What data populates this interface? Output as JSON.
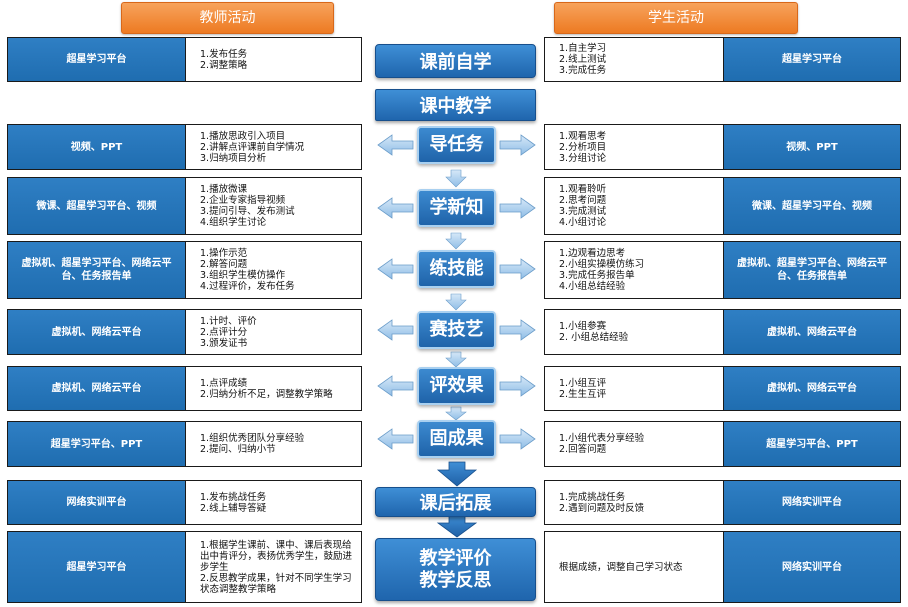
{
  "headers": {
    "teacher": "教师活动",
    "student": "学生活动"
  },
  "stages": {
    "pre": "课前自学",
    "in": "课中教学",
    "s1": "导任务",
    "s2": "学新知",
    "s3": "练技能",
    "s4": "赛技艺",
    "s5": "评效果",
    "s6": "固成果",
    "post": "课后拓展",
    "eval_line1": "教学评价",
    "eval_line2": "教学反思"
  },
  "teacher_rows": [
    {
      "platform": "超星学习平台",
      "tasks": [
        "1.发布任务",
        "2.调整策略"
      ]
    },
    {
      "platform": "视频、PPT",
      "tasks": [
        "1.播放思政引入项目",
        "2.讲解点评课前自学情况",
        "3.归纳项目分析"
      ]
    },
    {
      "platform": "微课、超星学习平台、视频",
      "tasks": [
        "1.播放微课",
        "2.企业专家指导视频",
        "3.提问引导、发布测试",
        "4.组织学生讨论"
      ]
    },
    {
      "platform": "虚拟机、超星学习平台、网络云平台、任务报告单",
      "tasks": [
        "1.操作示范",
        "2.解答问题",
        "3.组织学生模仿操作",
        "4.过程评价，发布任务"
      ]
    },
    {
      "platform": "虚拟机、网络云平台",
      "tasks": [
        "1.计时、评价",
        "2.点评计分",
        "3.颁发证书"
      ]
    },
    {
      "platform": "虚拟机、网络云平台",
      "tasks": [
        "1.点评成绩",
        "2.归纳分析不足，调整教学策略"
      ]
    },
    {
      "platform": "超星学习平台、PPT",
      "tasks": [
        "1.组织优秀团队分享经验",
        "2.提问、归纳小节"
      ]
    },
    {
      "platform": "网络实训平台",
      "tasks": [
        "1.发布挑战任务",
        "2.线上辅导答疑"
      ]
    },
    {
      "platform": "超星学习平台",
      "tasks": [
        "1.根据学生课前、课中、课后表现给出中肯评分，表扬优秀学生，鼓励进步学生",
        "2.反思教学成果，针对不同学生学习状态调整教学策略"
      ]
    }
  ],
  "student_rows": [
    {
      "platform": "超星学习平台",
      "tasks": [
        "1.自主学习",
        "2.线上测试",
        "3.完成任务"
      ]
    },
    {
      "platform": "视频、PPT",
      "tasks": [
        "1.观看思考",
        "2.分析项目",
        "3.分组讨论"
      ]
    },
    {
      "platform": "微课、超星学习平台、视频",
      "tasks": [
        "1.观看聆听",
        "2.思考问题",
        "3.完成测试",
        "4.小组讨论"
      ]
    },
    {
      "platform": "虚拟机、超星学习平台、网络云平台、任务报告单",
      "tasks": [
        "1.边观看边思考",
        "2.小组实操模仿练习",
        "3.完成任务报告单",
        "4.小组总结经验"
      ]
    },
    {
      "platform": "虚拟机、网络云平台",
      "tasks": [
        "1.小组参赛",
        "2. 小组总结经验"
      ]
    },
    {
      "platform": "虚拟机、网络云平台",
      "tasks": [
        "1.小组互评",
        "2.生生互评"
      ]
    },
    {
      "platform": "超星学习平台、PPT",
      "tasks": [
        "1.小组代表分享经验",
        "2.回答问题"
      ]
    },
    {
      "platform": "网络实训平台",
      "tasks": [
        "1.完成挑战任务",
        "2.遇到问题及时反馈"
      ]
    },
    {
      "platform": "网络实训平台",
      "tasks": [
        "根据成绩，调整自己学习状态"
      ]
    }
  ],
  "colors": {
    "header_orange": "#ed7a22",
    "platform_blue": "#2377bd",
    "stage_blue": "#1f65ad",
    "arrow_light": "#a8cdef"
  }
}
